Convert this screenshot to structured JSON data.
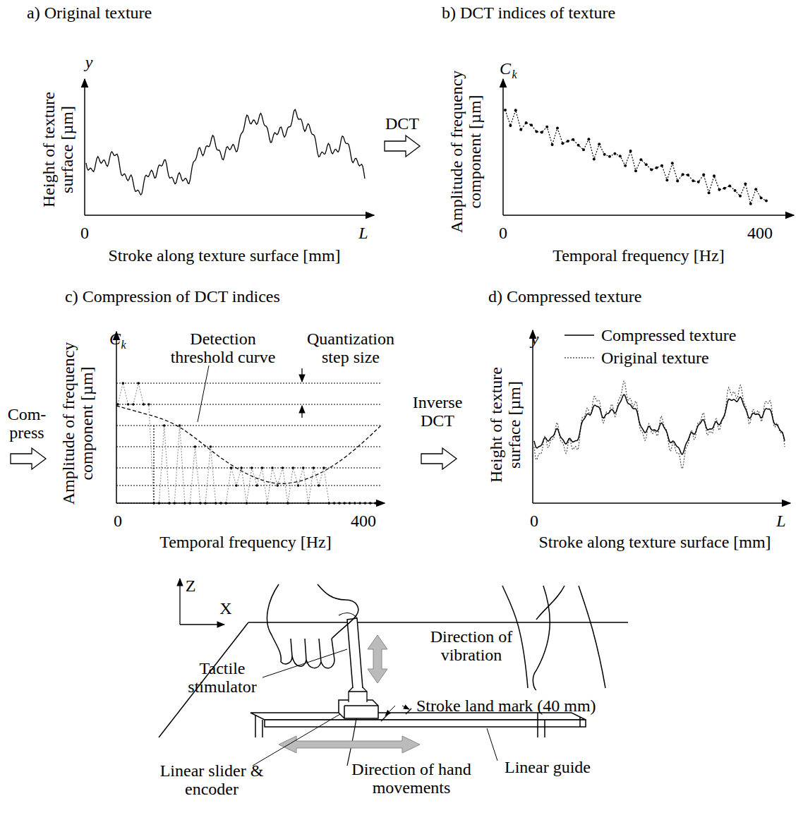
{
  "diagram": {
    "labels": [
      "a) Original texture",
      "y",
      "Height of texture surface [µm]",
      "0",
      "L",
      "Stroke along texture surface [mm]",
      "DCT",
      "b) DCT indices of texture",
      "C",
      "k",
      "Amplitude of frequency component [µm]",
      "0",
      "400",
      "Temporal frequency [Hz]",
      "c) Compression of DCT indices",
      "Com- press",
      "C",
      "k",
      "Detection threshold curve",
      "Quantization step size",
      "Amplitude of frequency component [µm]",
      "0",
      "400",
      "Temporal frequency [Hz]",
      "Inverse DCT",
      "d) Compressed texture",
      "y",
      "Height of texture surface [µm]",
      "0",
      "L",
      "Stroke along texture surface [mm]",
      "Z",
      "X",
      "Tactile stimulator",
      "Direction of vibration",
      "Stroke land mark (40 mm)",
      "Linear slider & encoder",
      "Direction of hand movements",
      "Linear guide"
    ],
    "legend": [
      {
        "text": "Compressed texture"
      },
      {
        "text": "Original texture"
      }
    ]
  }
}
